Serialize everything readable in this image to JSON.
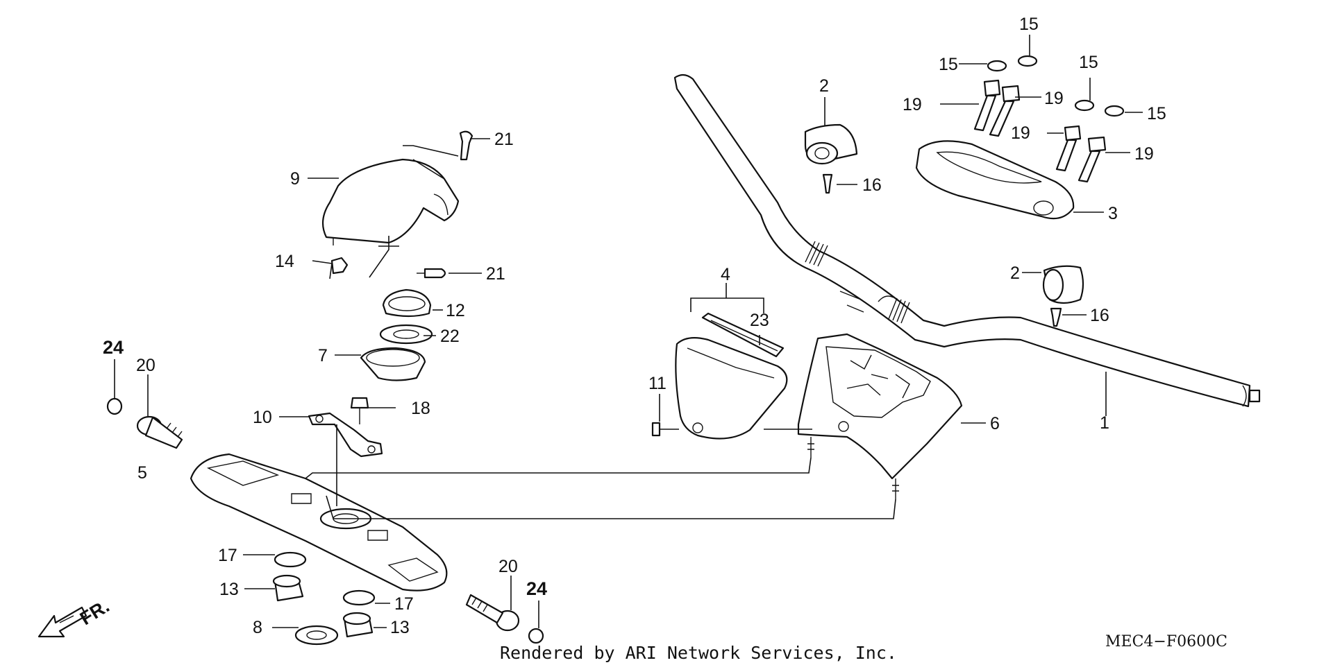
{
  "callouts": [
    {
      "id": "c1",
      "text": "1"
    },
    {
      "id": "c2a",
      "text": "2"
    },
    {
      "id": "c2b",
      "text": "2"
    },
    {
      "id": "c3",
      "text": "3"
    },
    {
      "id": "c4",
      "text": "4"
    },
    {
      "id": "c5",
      "text": "5"
    },
    {
      "id": "c6",
      "text": "6"
    },
    {
      "id": "c7",
      "text": "7"
    },
    {
      "id": "c8",
      "text": "8"
    },
    {
      "id": "c9",
      "text": "9"
    },
    {
      "id": "c10",
      "text": "10"
    },
    {
      "id": "c11",
      "text": "11"
    },
    {
      "id": "c12",
      "text": "12"
    },
    {
      "id": "c13a",
      "text": "13"
    },
    {
      "id": "c13b",
      "text": "13"
    },
    {
      "id": "c14",
      "text": "14"
    },
    {
      "id": "c15a",
      "text": "15"
    },
    {
      "id": "c15b",
      "text": "15"
    },
    {
      "id": "c15c",
      "text": "15"
    },
    {
      "id": "c15d",
      "text": "15"
    },
    {
      "id": "c16a",
      "text": "16"
    },
    {
      "id": "c16b",
      "text": "16"
    },
    {
      "id": "c17a",
      "text": "17"
    },
    {
      "id": "c17b",
      "text": "17"
    },
    {
      "id": "c18",
      "text": "18"
    },
    {
      "id": "c19a",
      "text": "19"
    },
    {
      "id": "c19b",
      "text": "19"
    },
    {
      "id": "c19c",
      "text": "19"
    },
    {
      "id": "c19d",
      "text": "19"
    },
    {
      "id": "c20a",
      "text": "20"
    },
    {
      "id": "c20b",
      "text": "20"
    },
    {
      "id": "c21a",
      "text": "21"
    },
    {
      "id": "c21b",
      "text": "21"
    },
    {
      "id": "c22",
      "text": "22"
    },
    {
      "id": "c23",
      "text": "23"
    },
    {
      "id": "c24a",
      "text": "24"
    },
    {
      "id": "c24b",
      "text": "24"
    }
  ],
  "direction_label": "FR.",
  "footer_text": "Rendered by ARI Network Services, Inc.",
  "diagram_code": "MEC4−F0600C",
  "colors": {
    "ink": "#111111",
    "background": "#ffffff"
  }
}
